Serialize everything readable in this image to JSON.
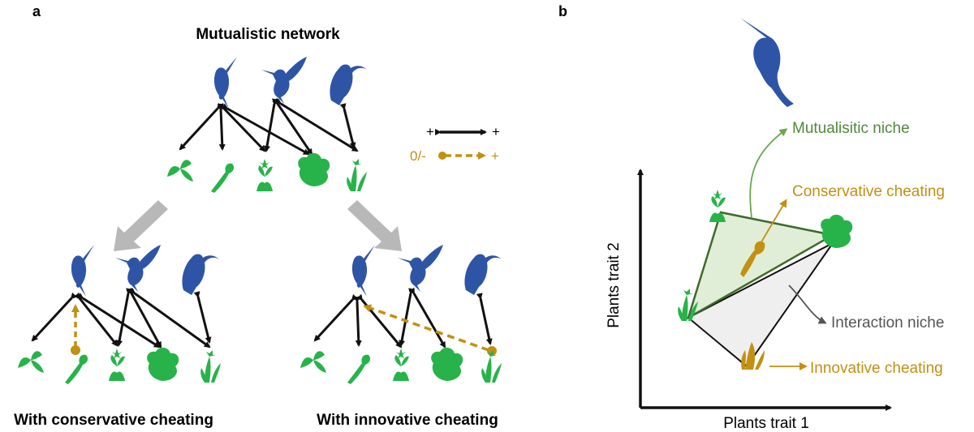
{
  "panel_a": {
    "label": "a",
    "title": "Mutualistic network",
    "caption_left": "With conservative cheating",
    "caption_right": "With innovative cheating",
    "legend": {
      "mutualism_left": "+",
      "mutualism_right": "+",
      "cheating_left": "0/-",
      "cheating_right": "+"
    }
  },
  "panel_b": {
    "label": "b",
    "y_axis_label": "Plants trait 2",
    "x_axis_label": "Plants trait 1",
    "labels": {
      "mutualistic_niche": "Mutualisitic niche",
      "conservative_cheating": "Conservative cheating",
      "interaction_niche": "Interaction niche",
      "innovative_cheating": "Innovative cheating"
    }
  },
  "colors": {
    "bird": "#2e55a5",
    "plant": "#27b34a",
    "cheater": "#c29012",
    "arrow": "#111111",
    "gray_arrow": "#b8b8b8",
    "niche_fill": "#e1eed7",
    "niche_stroke": "#3f6a2c",
    "niche_text": "#4e8a3a",
    "interaction_fill": "#efefef",
    "interaction_text": "#555555"
  }
}
